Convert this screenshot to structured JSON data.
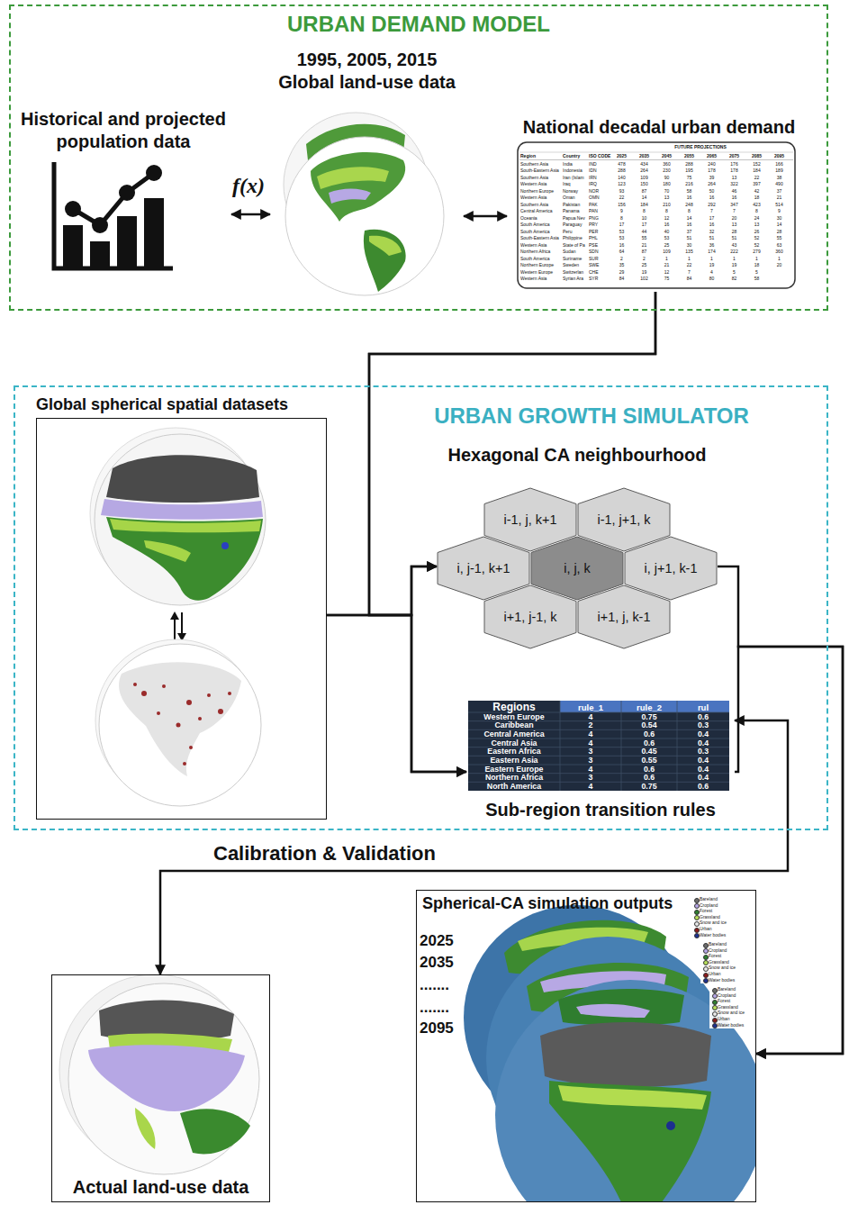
{
  "diagram": {
    "nodes": [
      {
        "text": [
          "URBAN DEMAND MODEL"
        ]
      },
      {
        "text": [
          "Historical and projected population data"
        ],
        "in": 0
      },
      {
        "text": [
          "1995, 2005, 2015 Global land-use data"
        ],
        "in": 0
      },
      {
        "text": [
          "National decadal urban demand"
        ],
        "in": 0
      },
      {
        "text": [
          "URBAN GROWTH SIMULATOR"
        ]
      },
      {
        "text": [
          "Global spherical spatial datasets"
        ],
        "in": 4
      },
      {
        "text": [
          "Hexagonal CA neighbourhood"
        ],
        "in": 4
      },
      {
        "text": [
          "i-1, j, k+1"
        ],
        "in": 6
      },
      {
        "text": [
          "i-1, j+1, k"
        ],
        "in": 6
      },
      {
        "text": [
          "i, j-1, k+1"
        ],
        "in": 6
      },
      {
        "text": [
          "i, j, k"
        ],
        "in": 6
      },
      {
        "text": [
          "i, j+1, k-1"
        ],
        "in": 6
      },
      {
        "text": [
          "i+1, j-1, k"
        ],
        "in": 6
      },
      {
        "text": [
          "i+1, j, k-1"
        ],
        "in": 6
      },
      {
        "text": [
          "Sub-region transition rules"
        ],
        "in": 4
      },
      {
        "text": [
          "Spherical-CA simulation outputs"
        ]
      },
      {
        "text": [
          "Actual land-use data"
        ]
      }
    ],
    "edges": [
      {
        "from": 1,
        "to": 2,
        "arrow": "both",
        "label": "f(x)"
      },
      {
        "from": 2,
        "to": 3,
        "arrow": "both"
      },
      {
        "from": 3,
        "to": 6,
        "arrow": "to"
      },
      {
        "from": 3,
        "to": 14,
        "arrow": "to"
      },
      {
        "from": 5,
        "to": 6,
        "arrow": "to"
      },
      {
        "from": 5,
        "to": 14,
        "arrow": "to"
      },
      {
        "from": 6,
        "to": 15,
        "arrow": "to"
      },
      {
        "from": 14,
        "to": 15,
        "arrow": "to"
      },
      {
        "from": 14,
        "to": 16,
        "arrow": "both",
        "label": "Calibration & Validation"
      }
    ],
    "labels": [
      "FUTURE PROJECTIONS",
      "Region",
      "Country",
      "ISO CODE",
      "2025",
      "2035",
      "2045",
      "2055",
      "2065",
      "2075",
      "2085",
      "2095",
      "Southern Asia",
      "India",
      "IND",
      "478",
      "434",
      "360",
      "288",
      "240",
      "176",
      "152",
      "166",
      "South-Eastern Asia",
      "Indonesia",
      "IDN",
      "288",
      "264",
      "230",
      "195",
      "178",
      "178",
      "184",
      "189",
      "Southern Asia",
      "Iran (Islam",
      "IRN",
      "140",
      "109",
      "90",
      "75",
      "39",
      "13",
      "22",
      "38",
      "Western Asia",
      "Iraq",
      "IRQ",
      "123",
      "150",
      "180",
      "216",
      "264",
      "322",
      "397",
      "490",
      "Northern Europe",
      "Norway",
      "NOR",
      "93",
      "87",
      "70",
      "58",
      "50",
      "46",
      "42",
      "37",
      "Western Asia",
      "Oman",
      "OMN",
      "22",
      "14",
      "13",
      "16",
      "16",
      "16",
      "18",
      "21",
      "Southern Asia",
      "Pakistan",
      "PAK",
      "156",
      "184",
      "210",
      "248",
      "292",
      "347",
      "423",
      "514",
      "Central America",
      "Panama",
      "PAN",
      "9",
      "8",
      "8",
      "8",
      "7",
      "7",
      "8",
      "9",
      "Oceania",
      "Papua Nev",
      "PNG",
      "8",
      "10",
      "12",
      "14",
      "17",
      "20",
      "24",
      "30",
      "South America",
      "Paraguay",
      "PRY",
      "17",
      "17",
      "16",
      "16",
      "16",
      "13",
      "13",
      "14",
      "South America",
      "Peru",
      "PER",
      "53",
      "44",
      "40",
      "37",
      "32",
      "28",
      "26",
      "28",
      "South-Eastern Asia",
      "Philippine",
      "PHL",
      "53",
      "55",
      "53",
      "51",
      "51",
      "51",
      "52",
      "55",
      "Western Asia",
      "State of Pa",
      "PSE",
      "16",
      "21",
      "25",
      "30",
      "36",
      "43",
      "52",
      "63",
      "Northern Africa",
      "Sudan",
      "SDN",
      "64",
      "87",
      "109",
      "135",
      "174",
      "222",
      "279",
      "360",
      "South America",
      "Suriname",
      "SUR",
      "2",
      "2",
      "1",
      "1",
      "1",
      "1",
      "1",
      "1",
      "Northern Europe",
      "Sweden",
      "SWE",
      "35",
      "25",
      "21",
      "22",
      "19",
      "19",
      "18",
      "20",
      "Western Europe",
      "Switzerlan",
      "CHE",
      "29",
      "19",
      "12",
      "7",
      "4",
      "5",
      "5",
      "Western Asia",
      "Syrian Ara",
      "SYR",
      "84",
      "102",
      "75",
      "84",
      "80",
      "82",
      "58",
      "Regions",
      "rule_1",
      "rule_2",
      "rul",
      "Western Europe",
      "4",
      "0.75",
      "0.6",
      "Caribbean",
      "2",
      "0.54",
      "0.3",
      "Central America",
      "4",
      "0.6",
      "0.4",
      "Central Asia",
      "4",
      "0.6",
      "0.4",
      "Eastern Africa",
      "3",
      "0.45",
      "0.3",
      "Eastern Asia",
      "3",
      "0.55",
      "0.4",
      "Eastern Europe",
      "4",
      "0.6",
      "0.4",
      "Northern Africa",
      "3",
      "0.6",
      "0.4",
      "North America",
      "4",
      "0.75",
      "0.6",
      "2025",
      "2035",
      ".......",
      ".......",
      "2095"
    ],
    "legend": [
      {
        "text": "Bareland",
        "color": "#6d6d6d"
      },
      {
        "text": "Cropland",
        "color": "#b7a7e6"
      },
      {
        "text": "Forest",
        "color": "#2f7f2f"
      },
      {
        "text": "Grassland",
        "color": "#b8e05a"
      },
      {
        "text": "Snow and ice",
        "color": "#e8e8e8"
      },
      {
        "text": "Urban",
        "color": "#8b1a1a"
      },
      {
        "text": "Water bodies",
        "color": "#1c2f8f"
      },
      {
        "text": "Bareland",
        "color": "#6d6d6d"
      },
      {
        "text": "Cropland",
        "color": "#b7a7e6"
      },
      {
        "text": "Forest",
        "color": "#2f7f2f"
      },
      {
        "text": "Grassland",
        "color": "#b8e05a"
      },
      {
        "text": "Snow and ice",
        "color": "#e8e8e8"
      },
      {
        "text": "Urban",
        "color": "#8b1a1a"
      },
      {
        "text": "Water bodies",
        "color": "#1c2f8f"
      },
      {
        "text": "Bareland",
        "color": "#6d6d6d"
      },
      {
        "text": "Cropland",
        "color": "#b7a7e6"
      },
      {
        "text": "Forest",
        "color": "#2f7f2f"
      },
      {
        "text": "Grassland",
        "color": "#b8e05a"
      },
      {
        "text": "Snow and ice",
        "color": "#e8e8e8"
      },
      {
        "text": "Urban",
        "color": "#8b1a1a"
      },
      {
        "text": "Water bodies",
        "color": "#1c2f8f"
      }
    ]
  }
}
